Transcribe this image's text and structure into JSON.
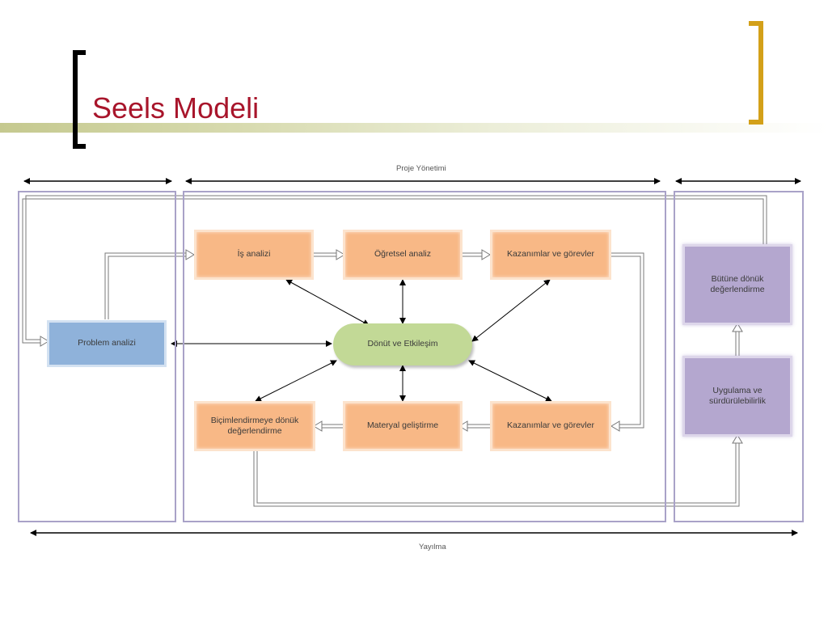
{
  "slide": {
    "title": "Seels Modeli"
  },
  "diagram": {
    "labels": {
      "project_management": "Proje Yönetimi",
      "dissemination": "Yayılma"
    },
    "boxes": {
      "problem_analysis": "Problem  analizi",
      "job_analysis": "İş analizi",
      "instructional_analysis": "Öğretsel analiz",
      "objectives_top": "Kazanımlar  ve görevler",
      "feedback": "Dönüt ve Etkileşim",
      "formative_eval": "Biçimlendirmeye   dönük değerlendirme",
      "material_dev": "Materyal geliştirme",
      "objectives_bottom": "Kazanımlar    ve görevler",
      "summative_eval": "Bütüne  dönük değerlendirme",
      "implementation": "Uygulama  ve sürdürülebilirlik"
    },
    "colors": {
      "title": "#a8152b",
      "left_bracket": "#000000",
      "right_bracket": "#d3a019",
      "orange_box": "#f8b886",
      "blue_box": "#8fb2da",
      "purple_box": "#b4a7cf",
      "green_pill": "#c2d996",
      "frame": "#a9a2c8"
    }
  }
}
